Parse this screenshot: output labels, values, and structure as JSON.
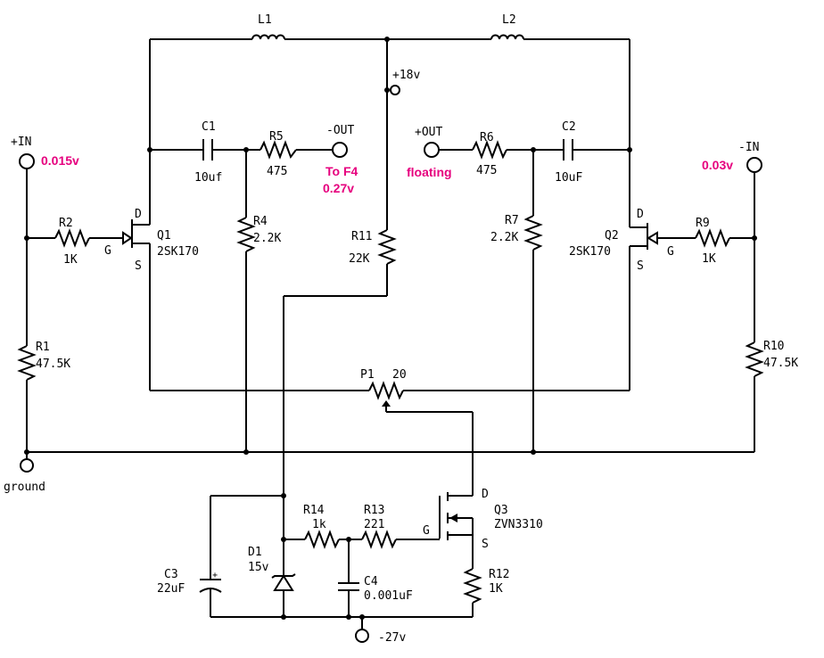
{
  "colors": {
    "wire": "#000000",
    "annotation": "#e6007e"
  },
  "labels": {
    "L1": "L1",
    "L2": "L2",
    "v18": "+18v",
    "C1": "C1",
    "C1v": "10uf",
    "R5": "R5",
    "R5v": "475",
    "outMinus": "-OUT",
    "toF4": "To F4",
    "toF4v": "0.27v",
    "outPlus": "+OUT",
    "floating": "floating",
    "R6": "R6",
    "R6v": "475",
    "C2": "C2",
    "C2v": "10uF",
    "inPlus": "+IN",
    "inPlusV": "0.015v",
    "inMinus": "-IN",
    "inMinusV": "0.03v",
    "R2": "R2",
    "R2v": "1K",
    "G1": "G",
    "D1pin": "D",
    "S1pin": "S",
    "Q1": "Q1",
    "Q1v": "2SK170",
    "R4": "R4",
    "R4v": "2.2K",
    "R11": "R11",
    "R11v": "22K",
    "R7": "R7",
    "R7v": "2.2K",
    "Q2": "Q2",
    "Q2v": "2SK170",
    "D2pin": "D",
    "S2pin": "S",
    "G2": "G",
    "R9": "R9",
    "R9v": "1K",
    "R1": "R1",
    "R1v": "47.5K",
    "R10": "R10",
    "R10v": "47.5K",
    "P1": "P1",
    "P1v": "20",
    "ground": "ground",
    "D3pin": "D",
    "Q3": "Q3",
    "Q3v": "ZVN3310",
    "G3": "G",
    "S3pin": "S",
    "R14": "R14",
    "R14v": "1k",
    "R13": "R13",
    "R13v": "221",
    "D1": "D1",
    "D1v": "15v",
    "C3": "C3",
    "C3v": "22uF",
    "C4": "C4",
    "C4v": "0.001uF",
    "R12": "R12",
    "R12v": "1K",
    "v27": "-27v"
  }
}
